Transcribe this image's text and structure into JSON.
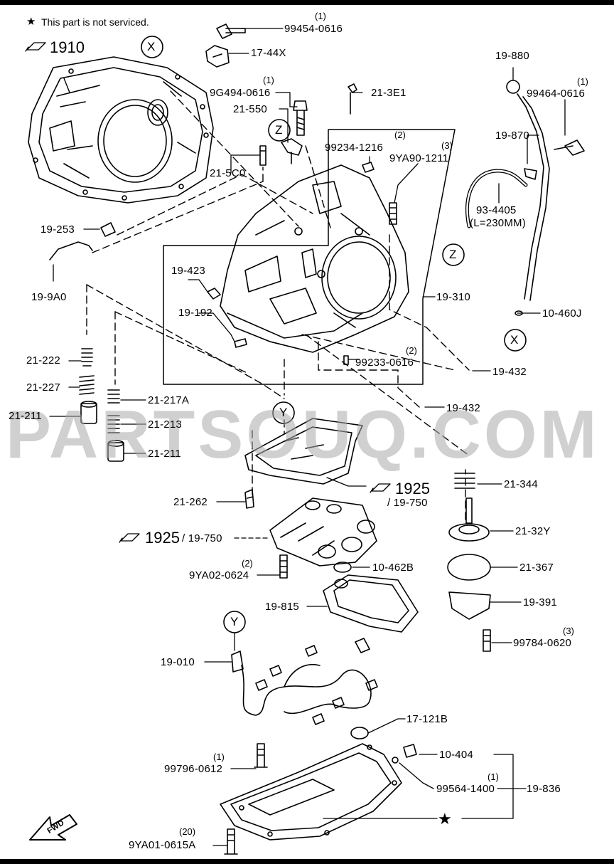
{
  "note": {
    "star": "★",
    "text": "This part is not serviced."
  },
  "watermark": "PARTSOUQ.COM",
  "fwd_text": "FWD",
  "circle_refs": {
    "x1": "X",
    "z1": "Z",
    "z2": "Z",
    "x2": "X",
    "y1": "Y",
    "y2": "Y"
  },
  "refs": {
    "r1910": "1910",
    "r1925a": "1925",
    "r1925a_sub": "/ 19-750",
    "r1925b": "1925",
    "r1925b_sub": "/ 19-750"
  },
  "labels": {
    "l99454": "99454-0616",
    "l17_44x": "17-44X",
    "l9g494": "9G494-0616",
    "l21_3e1": "21-3E1",
    "l21_550": "21-550",
    "l99234": "99234-1216",
    "l9ya90": "9YA90-1211",
    "l21_5c0": "21-5C0",
    "l19_880": "19-880",
    "l99464": "99464-0616",
    "l19_870": "19-870",
    "l93_4405": "93-4405",
    "l93_4405b": "(L=230MM)",
    "l19_253": "19-253",
    "l19_9a0": "19-9A0",
    "l19_423": "19-423",
    "l19_192": "19-192",
    "l19_310": "19-310",
    "l10_460j": "10-460J",
    "l99233": "99233-0616",
    "l19_432a": "19-432",
    "l19_432b": "19-432",
    "l21_222": "21-222",
    "l21_227": "21-227",
    "l21_211a": "21-211",
    "l21_217a": "21-217A",
    "l21_213": "21-213",
    "l21_211b": "21-211",
    "l21_344": "21-344",
    "l21_262": "21-262",
    "l21_32y": "21-32Y",
    "l9ya02": "9YA02-0624",
    "l10_462b": "10-462B",
    "l21_367": "21-367",
    "l19_815": "19-815",
    "l19_391": "19-391",
    "l99784": "99784-0620",
    "l19_010": "19-010",
    "l17_121b": "17-121B",
    "l99796": "99796-0612",
    "l10_404": "10-404",
    "l99564": "99564-1400",
    "l19_836": "19-836",
    "l9ya01": "9YA01-0615A"
  },
  "quantities": {
    "q99454": "(1)",
    "q9g494": "(1)",
    "q99234": "(2)",
    "q9ya90": "(3)",
    "q99464": "(1)",
    "q99233": "(2)",
    "q9ya02": "(2)",
    "q99784": "(3)",
    "q99796": "(1)",
    "q99564": "(1)",
    "q9ya01": "(20)"
  },
  "colors": {
    "ink": "#000000",
    "paper": "#ffffff",
    "watermark": "#aaaaaa"
  }
}
